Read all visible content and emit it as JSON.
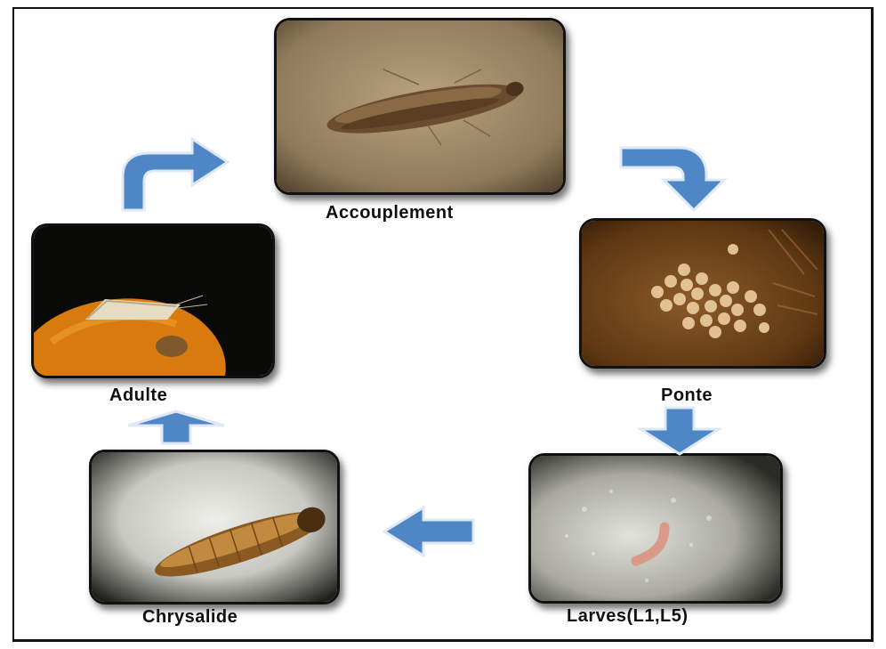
{
  "stages": {
    "accouplement": "Accouplement",
    "ponte": "Ponte",
    "larves": "Larves(L1,L5)",
    "chrysalide": "Chrysalide",
    "adulte": "Adulte"
  },
  "colors": {
    "arrow_fill": "#4f86c6",
    "arrow_stroke": "#dfe9f5",
    "frame": "#111111"
  }
}
